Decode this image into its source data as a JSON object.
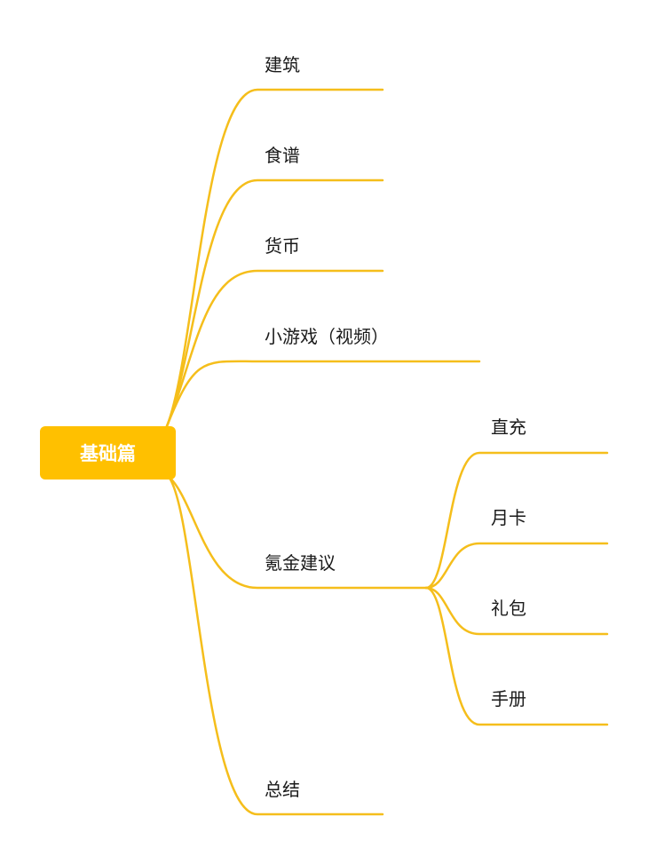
{
  "root": {
    "label": "基础篇"
  },
  "branches": [
    {
      "label": "建筑"
    },
    {
      "label": "食谱"
    },
    {
      "label": "货币"
    },
    {
      "label": "小游戏（视频）"
    },
    {
      "label": "氪金建议",
      "children": [
        {
          "label": "直充"
        },
        {
          "label": "月卡"
        },
        {
          "label": "礼包"
        },
        {
          "label": "手册"
        }
      ]
    },
    {
      "label": "总结"
    }
  ],
  "colors": {
    "line": "#F5BE1B",
    "root_fill": "#FFC000",
    "root_text": "#ffffff",
    "label_text": "#1a1a1a"
  }
}
